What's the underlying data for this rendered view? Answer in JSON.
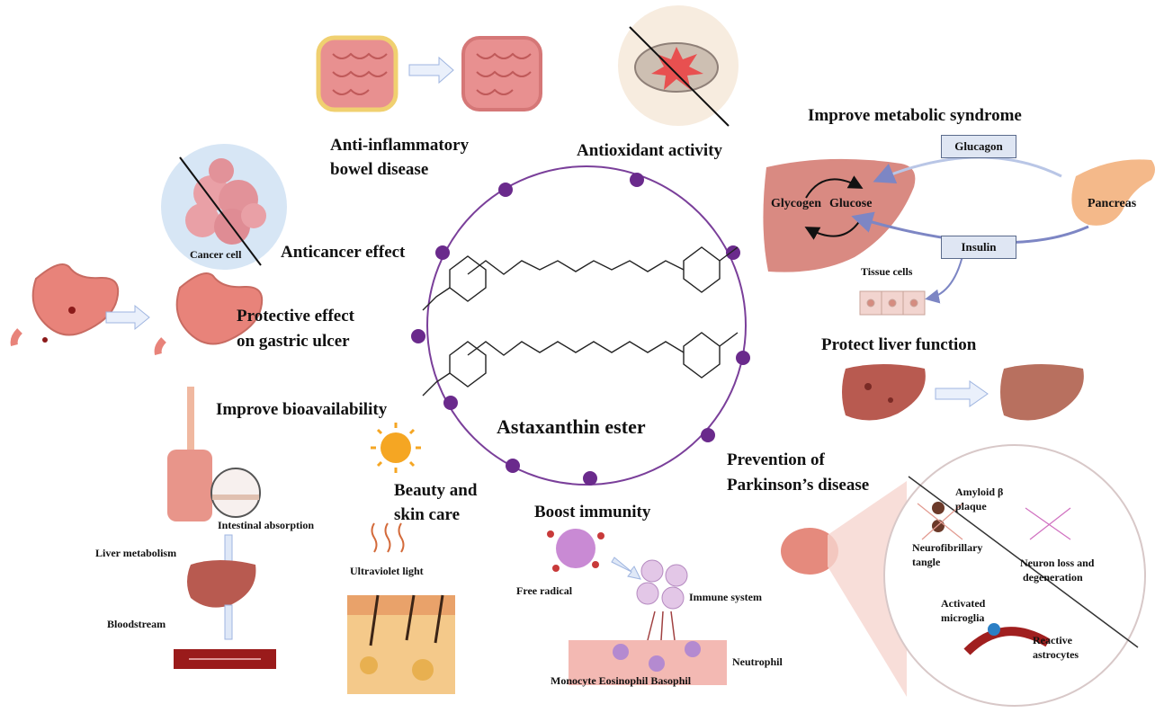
{
  "center": {
    "title": "Astaxanthin ester"
  },
  "effects": {
    "ibd_line1": "Anti-inflammatory",
    "ibd_line2": "bowel disease",
    "antioxidant": "Antioxidant activity",
    "anticancer": "Anticancer effect",
    "cancer_cell": "Cancer cell",
    "gastric_line1": "Protective effect",
    "gastric_line2": "on gastric ulcer",
    "bioavailability": "Improve bioavailability",
    "beauty_line1": "Beauty and",
    "beauty_line2": "skin care",
    "immunity": "Boost immunity",
    "metabolic": "Improve metabolic syndrome",
    "liver": "Protect liver function",
    "parkinson_line1": "Prevention of",
    "parkinson_line2": "Parkinson’s disease"
  },
  "metabolic": {
    "glucagon": "Glucagon",
    "insulin": "Insulin",
    "glycogen": "Glycogen",
    "glucose": "Glucose",
    "pancreas": "Pancreas",
    "tissue_cells": "Tissue cells"
  },
  "bioavail": {
    "intestinal": "Intestinal absorption",
    "liver_metabolism": "Liver metabolism",
    "bloodstream": "Bloodstream"
  },
  "skin": {
    "uv": "Ultraviolet light"
  },
  "immune": {
    "free_radical": "Free radical",
    "immune_system": "Immune system",
    "neutrophil": "Neutrophil",
    "cells_row": "Monocyte Eosinophil Basophil"
  },
  "parkinson": {
    "amyloid_line1": "Amyloid β",
    "amyloid_line2": "plaque",
    "nft_line1": "Neurofibrillary",
    "nft_line2": "tangle",
    "neuron_line1": "Neuron loss and",
    "neuron_line2": "degeneration",
    "microglia_line1": "Activated",
    "microglia_line2": "microglia",
    "astro_line1": "Reactive",
    "astro_line2": "astrocytes"
  },
  "colors": {
    "ring": "#7a3f9a",
    "dot": "#6a2a8c",
    "organ": "#e8837a",
    "liver": "#b85a50",
    "arrow": "#c7d5ee"
  }
}
